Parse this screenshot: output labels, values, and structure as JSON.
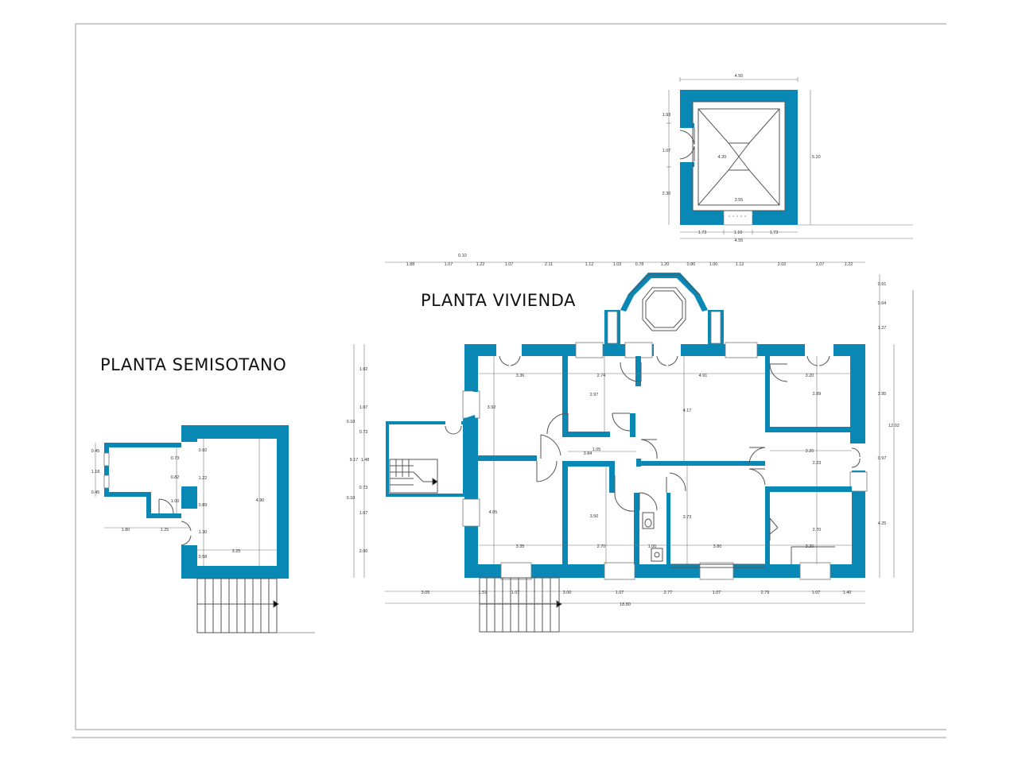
{
  "colors": {
    "wall": "#0a88b5",
    "frame": "#999999"
  },
  "titles": {
    "vivienda": "PLANTA VIVIENDA",
    "semisotano": "PLANTA SEMISOTANO"
  },
  "dims": {
    "tower_top": "4.55",
    "tower_left_1": "1.93",
    "tower_left_2": "1.07",
    "tower_left_3": "2.30",
    "tower_inner_v": "4.20",
    "tower_inner_h": "3.55",
    "tower_right": "5.20",
    "tower_bot_1": "1.73",
    "tower_bot_2": "1.10",
    "tower_bot_3": "1.73",
    "tower_bot_total": "4.55",
    "top_010": "0.10",
    "top_1": "1.88",
    "top_2": "1.07",
    "top_3": "1.22",
    "top_4": "1.07",
    "top_5": "2.11",
    "top_6": "1.12",
    "top_7": "1.03",
    "top_8": "0.78",
    "top_9": "1.20",
    "top_10": "0.80",
    "top_11": "1.00",
    "top_12": "1.12",
    "top_13": "2.02",
    "top_14": "1.07",
    "top_15": "1.22",
    "right_1": "0.91",
    "right_2": "0.64",
    "right_3": "1.27",
    "right_4": "3.95",
    "right_total": "12.02",
    "right_5": "0.97",
    "right_6": "4.25",
    "room_336": "3.36",
    "room_274": "2.74",
    "room_491": "4.91",
    "room_320a": "3.20",
    "room_392": "3.92",
    "room_297": "2.97",
    "room_417": "4.17",
    "room_289": "2.89",
    "room_320b": "3.20",
    "room_223": "2.23",
    "room_384": "3.84",
    "room_105": "1.05",
    "room_405": "4.05",
    "room_350": "3.50",
    "room_373": "3.73",
    "room_270a": "2.70",
    "room_335": "3.35",
    "room_270b": "2.70",
    "room_100": "1.00",
    "room_380": "3.80",
    "room_320c": "3.20",
    "left_1": "1.92",
    "left_2": "1.07",
    "left_010a": "0.10",
    "left_073a": "0.73",
    "left_917": "9.17",
    "left_148": "1.48",
    "left_073b": "0.73",
    "left_010b": "0.10",
    "left_3": "1.07",
    "left_4": "2.00",
    "bot_1": "3.05",
    "bot_2": "1.51",
    "bot_3": "1.07",
    "bot_4": "3.00",
    "bot_5": "1.07",
    "bot_6": "2.77",
    "bot_7": "1.07",
    "bot_8": "2.79",
    "bot_9": "1.07",
    "bot_10": "1.40",
    "bot_total": "18.80",
    "semi_045a": "0.45",
    "semi_118": "1.18",
    "semi_045b": "0.45",
    "semi_073": "0.73",
    "semi_082": "0.82",
    "semi_100": "1.00",
    "semi_092": "0.92",
    "semi_122": "1.22",
    "semi_089": "0.89",
    "semi_130": "1.30",
    "semi_058": "0.58",
    "semi_490": "4.90",
    "semi_325": "3.25",
    "semi_180": "1.80",
    "semi_125": "1.25"
  }
}
